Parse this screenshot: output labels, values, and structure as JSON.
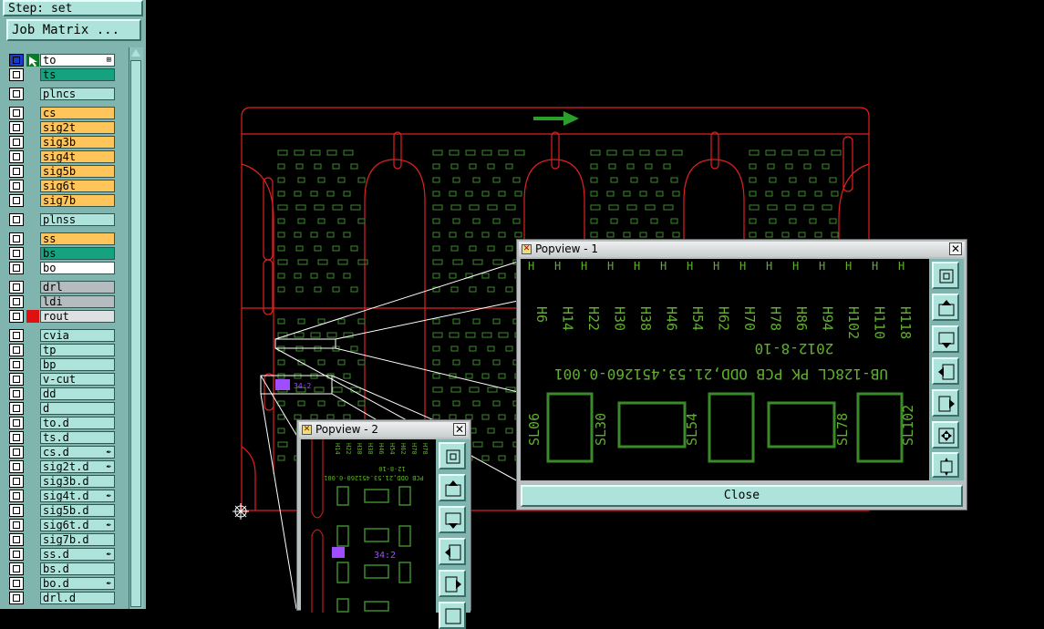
{
  "panel": {
    "step_label": "Step: set",
    "job_matrix_label": "Job Matrix ..."
  },
  "layers": [
    {
      "name": "to",
      "color": "white",
      "sel": "blue-arrow",
      "icon": "⊞"
    },
    {
      "name": "ts",
      "color": "green"
    },
    {
      "name": "plncs",
      "color": "teal",
      "gap": true
    },
    {
      "name": "cs",
      "color": "orange",
      "gap": true
    },
    {
      "name": "sig2t",
      "color": "orange"
    },
    {
      "name": "sig3b",
      "color": "orange"
    },
    {
      "name": "sig4t",
      "color": "orange"
    },
    {
      "name": "sig5b",
      "color": "orange"
    },
    {
      "name": "sig6t",
      "color": "orange"
    },
    {
      "name": "sig7b",
      "color": "orange"
    },
    {
      "name": "plnss",
      "color": "teal",
      "gap": true
    },
    {
      "name": "ss",
      "color": "orange",
      "gap": true
    },
    {
      "name": "bs",
      "color": "green"
    },
    {
      "name": "bo",
      "color": "white"
    },
    {
      "name": "drl",
      "color": "gray",
      "gap": true
    },
    {
      "name": "ldi",
      "color": "gray"
    },
    {
      "name": "rout",
      "color": "lgray",
      "sel": "red"
    },
    {
      "name": "cvia",
      "color": "teal",
      "gap": true
    },
    {
      "name": "tp",
      "color": "teal"
    },
    {
      "name": "bp",
      "color": "teal"
    },
    {
      "name": "v-cut",
      "color": "teal"
    },
    {
      "name": "dd",
      "color": "teal"
    },
    {
      "name": "d",
      "color": "teal"
    },
    {
      "name": "to.d",
      "color": "teal"
    },
    {
      "name": "ts.d",
      "color": "teal"
    },
    {
      "name": "cs.d",
      "color": "teal",
      "icon": "✒"
    },
    {
      "name": "sig2t.d",
      "color": "teal",
      "icon": "✒"
    },
    {
      "name": "sig3b.d",
      "color": "teal"
    },
    {
      "name": "sig4t.d",
      "color": "teal",
      "icon": "✒"
    },
    {
      "name": "sig5b.d",
      "color": "teal"
    },
    {
      "name": "sig6t.d",
      "color": "teal",
      "icon": "✒"
    },
    {
      "name": "sig7b.d",
      "color": "teal"
    },
    {
      "name": "ss.d",
      "color": "teal",
      "icon": "✒"
    },
    {
      "name": "bs.d",
      "color": "teal"
    },
    {
      "name": "bo.d",
      "color": "teal",
      "icon": "✒"
    },
    {
      "name": "drl.d",
      "color": "teal"
    }
  ],
  "popview1": {
    "title": "Popview - 1",
    "close_label": "Close",
    "h_labels": [
      "H6",
      "H14",
      "H22",
      "H30",
      "H38",
      "H46",
      "H54",
      "H62",
      "H70",
      "H78",
      "H86",
      "H94",
      "H102",
      "H110",
      "H118"
    ],
    "date_text": "2012-8-10",
    "part_text": "UB-128CL PK PCB ODD,21.53.451260-0.001",
    "slot_labels": [
      "SL06",
      "SL30",
      "SL54",
      "SL78",
      "SL102"
    ]
  },
  "popview2": {
    "title": "Popview - 2",
    "mini_text": "PCB ODD,21.53.451260-0.001",
    "mini_date": "12-8-10",
    "mark_text": "34:2"
  },
  "canvas_text": {
    "board_mark": "34:2"
  },
  "colors": {
    "panel_bg": "#7fb5ae",
    "button_bg": "#aee3dc",
    "orange_layer": "#ffc55a",
    "green_layer": "#15a37f",
    "board_outline": "#e02020",
    "copper": "#3a8a2a",
    "silk": "#7fae3a",
    "arrow": "#2aa02a",
    "highlight": "#a04cff"
  }
}
